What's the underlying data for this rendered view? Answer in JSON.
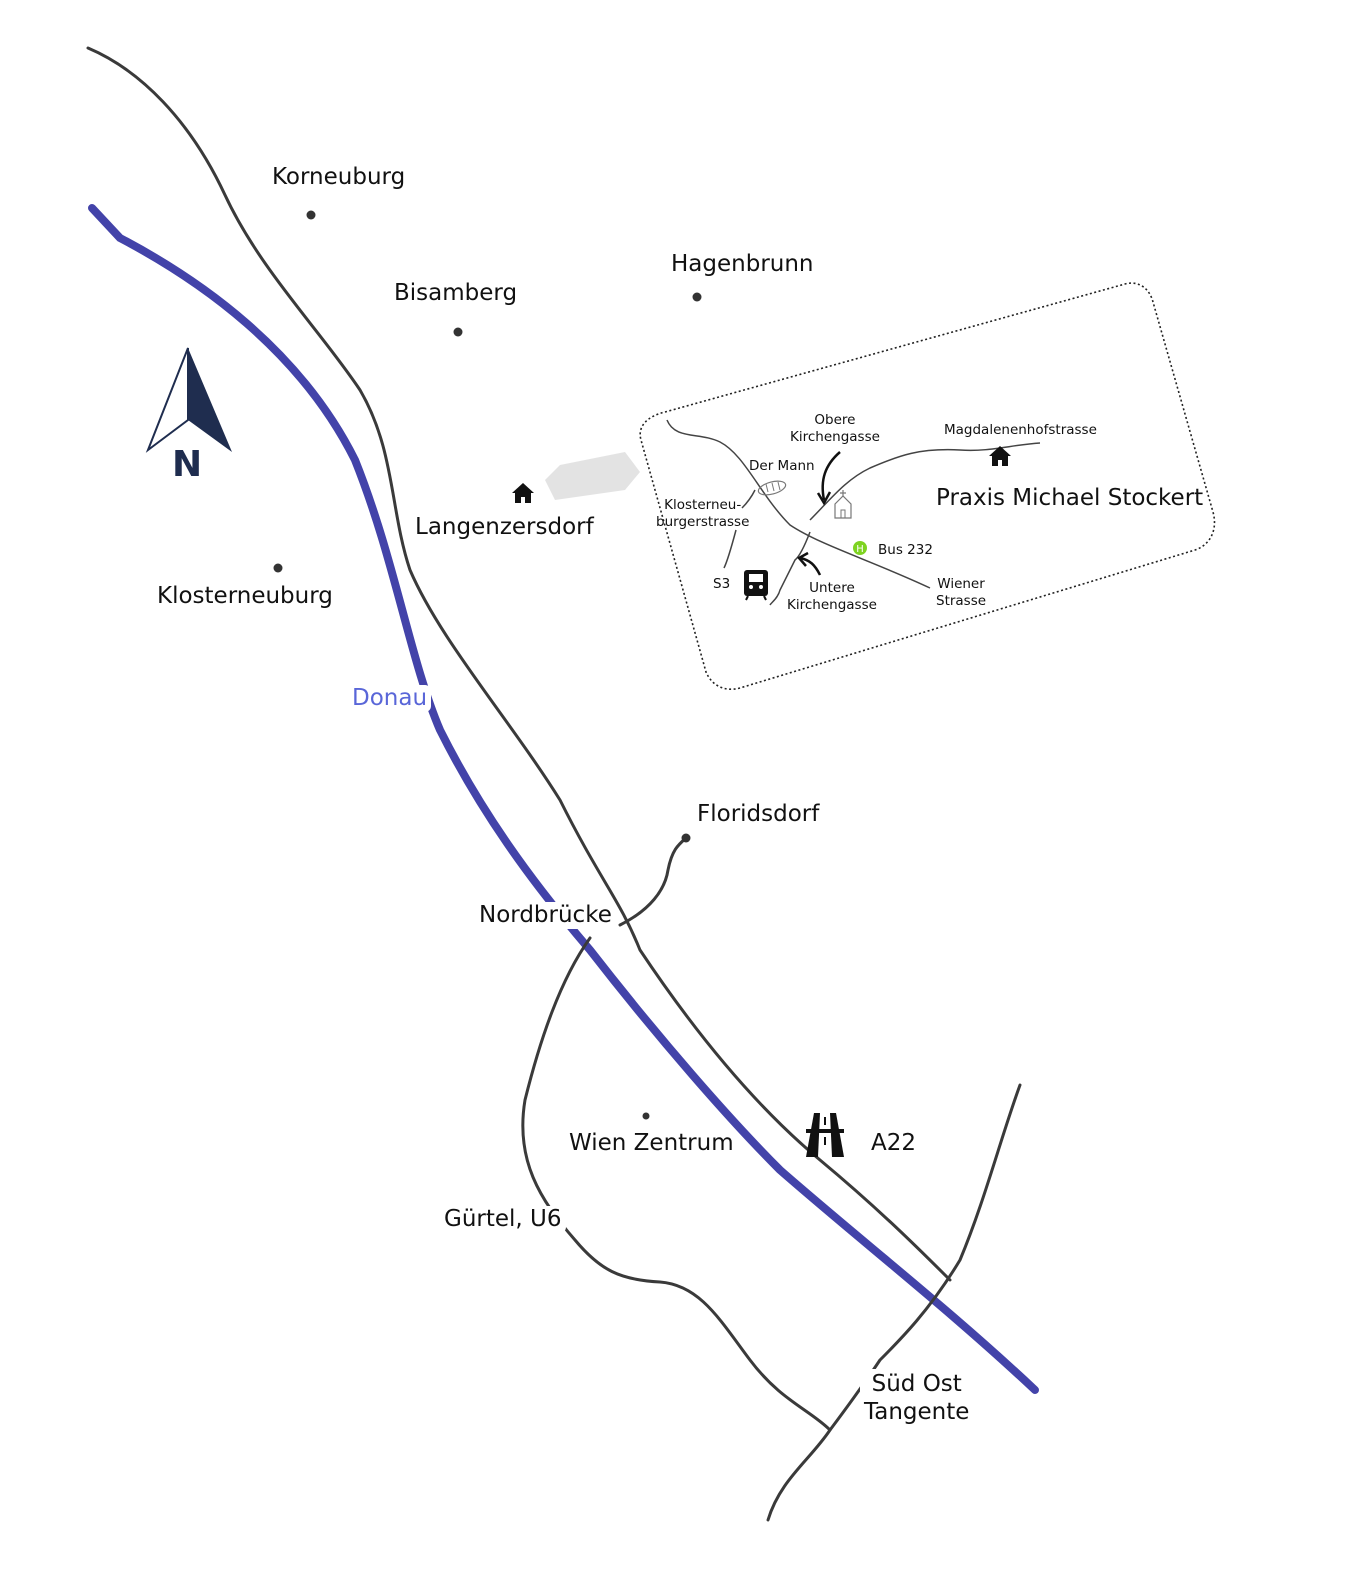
{
  "colors": {
    "road": "#3a3a3a",
    "river": "#2f2fa0",
    "river_label": "#5966d8",
    "north": "#1f2d4f",
    "bus_stop": "#7ed321",
    "connector": "#e3e3e3"
  },
  "north_arrow": {
    "letter": "N",
    "icon": "north-arrow-icon"
  },
  "places": {
    "korneuburg": "Korneuburg",
    "bisamberg": "Bisamberg",
    "hagenbrunn": "Hagenbrunn",
    "langenzersdorf": "Langenzersdorf",
    "klosterneuburg": "Klosterneuburg",
    "floridsdorf": "Floridsdorf",
    "wien_zentrum": "Wien Zentrum"
  },
  "river": {
    "name": "Donau"
  },
  "roads": {
    "nordbruecke": "Nordbrücke",
    "guertel": "Gürtel, U6",
    "a22": "A22",
    "sued_ost_line1": "Süd Ost",
    "sued_ost_line2": "Tangente"
  },
  "inset": {
    "title": "Praxis Michael Stockert",
    "obere_line1": "Obere",
    "obere_line2": "Kirchengasse",
    "magdalenenhof": "Magdalenenhofstrasse",
    "der_mann": "Der Mann",
    "klosterneu_line1": "Klosterneu-",
    "klosterneu_line2": "burgerstrasse",
    "s3": "S3",
    "untere_line1": "Untere",
    "untere_line2": "Kirchengasse",
    "bus": "Bus 232",
    "wiener_line1": "Wiener",
    "wiener_line2": "Strasse",
    "bus_stop_letter": "H"
  }
}
